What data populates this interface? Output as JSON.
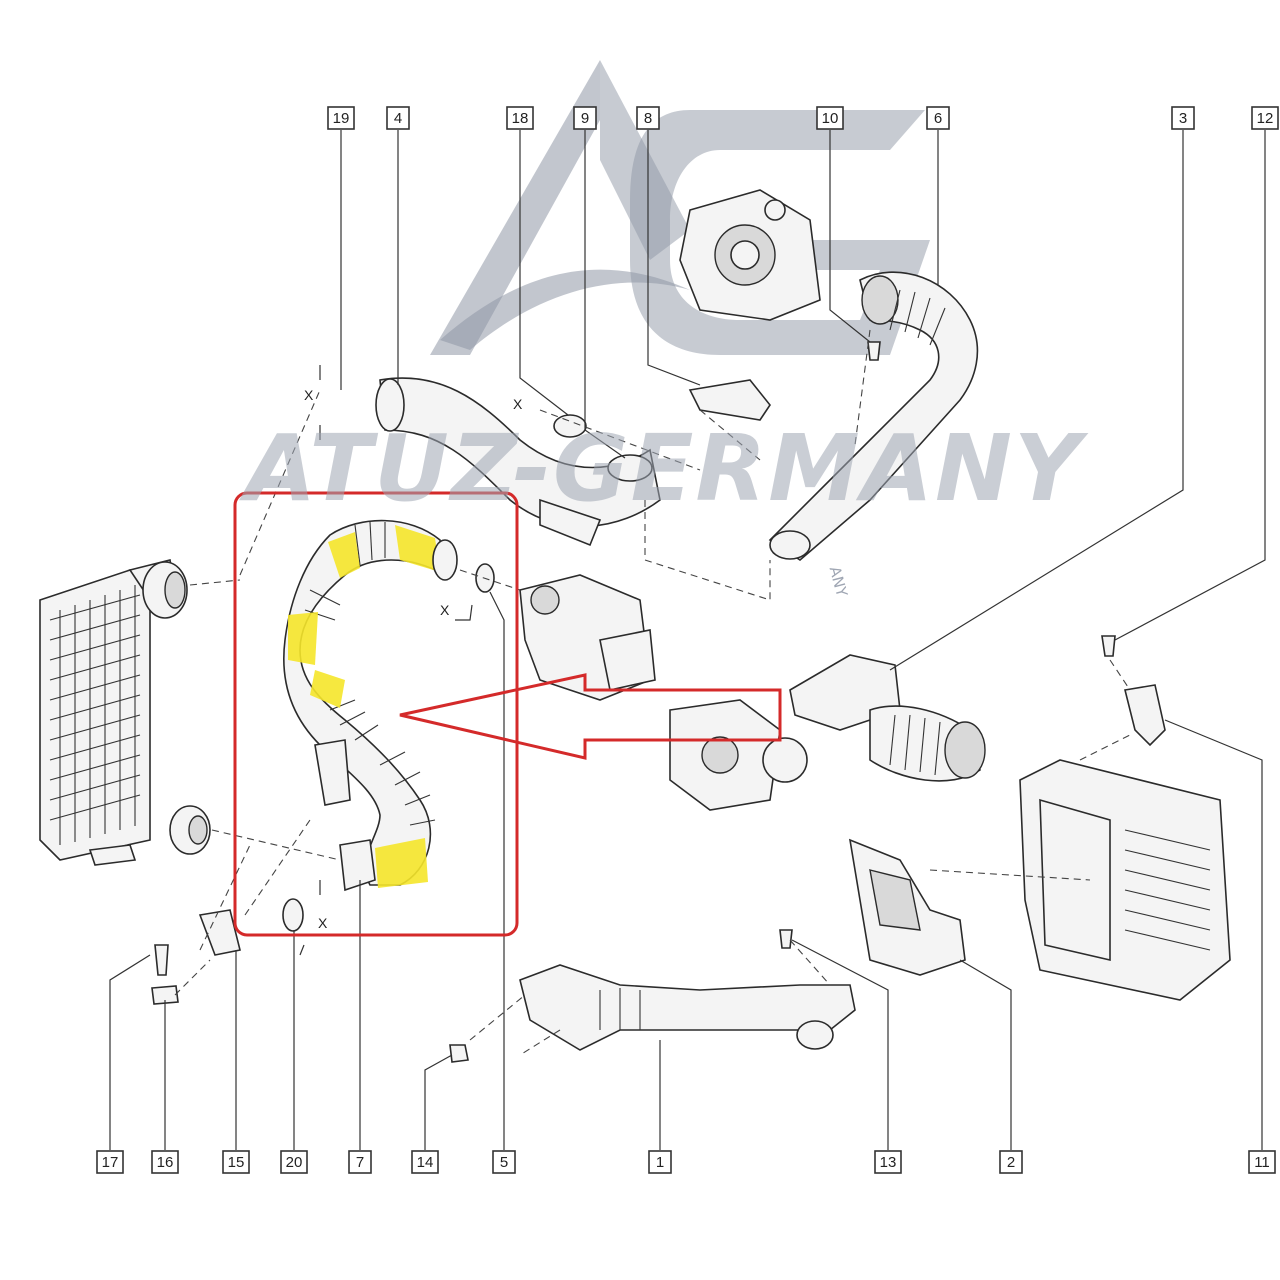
{
  "watermark": {
    "brand": "ATUZ-GERMANY",
    "logo_letters": "AG",
    "small": "ANY",
    "color": "#8f97a6"
  },
  "highlight": {
    "box_color": "#d42a2a",
    "arrow_color": "#d42a2a",
    "band_color": "#f5e62a"
  },
  "markers": {
    "x": "X"
  },
  "callouts": [
    {
      "id": "19",
      "label": "19"
    },
    {
      "id": "4",
      "label": "4"
    },
    {
      "id": "18",
      "label": "18"
    },
    {
      "id": "9",
      "label": "9"
    },
    {
      "id": "8",
      "label": "8"
    },
    {
      "id": "10",
      "label": "10"
    },
    {
      "id": "6",
      "label": "6"
    },
    {
      "id": "3",
      "label": "3"
    },
    {
      "id": "12",
      "label": "12"
    },
    {
      "id": "17",
      "label": "17"
    },
    {
      "id": "16",
      "label": "16"
    },
    {
      "id": "15",
      "label": "15"
    },
    {
      "id": "20",
      "label": "20"
    },
    {
      "id": "7",
      "label": "7"
    },
    {
      "id": "14",
      "label": "14"
    },
    {
      "id": "5",
      "label": "5"
    },
    {
      "id": "1",
      "label": "1"
    },
    {
      "id": "13",
      "label": "13"
    },
    {
      "id": "2",
      "label": "2"
    },
    {
      "id": "11",
      "label": "11"
    }
  ]
}
